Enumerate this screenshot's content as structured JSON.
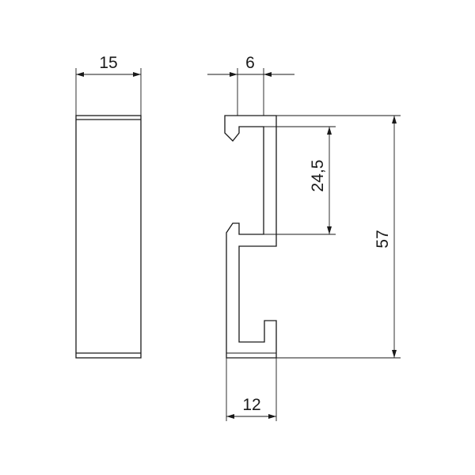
{
  "dimensions": {
    "front_width": "15",
    "lip_width": "6",
    "inner_height": "24,5",
    "total_height": "57",
    "base_width": "12"
  },
  "colors": {
    "line": "#1a1a1a",
    "background": "#ffffff"
  }
}
